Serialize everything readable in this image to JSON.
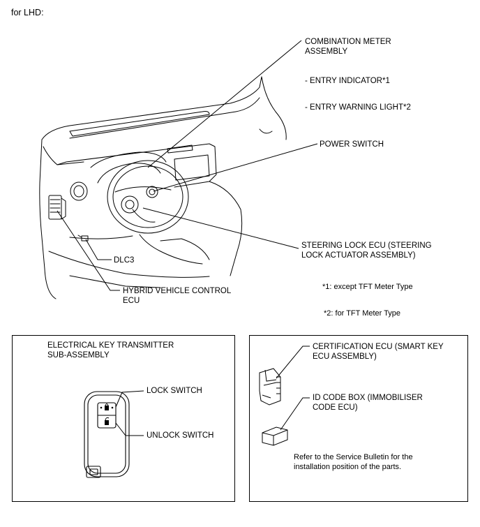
{
  "variant_heading": "for LHD:",
  "callouts": {
    "combination_meter": "COMBINATION METER\nASSEMBLY",
    "entry_indicator": "- ENTRY INDICATOR*1",
    "entry_warning_light": "- ENTRY WARNING LIGHT*2",
    "power_switch": "POWER SWITCH",
    "steering_lock_ecu": "STEERING LOCK ECU (STEERING\nLOCK ACTUATOR ASSEMBLY)",
    "dlc3": "DLC3",
    "hybrid_ecu": "HYBRID VEHICLE CONTROL\nECU"
  },
  "footnotes": {
    "note1": "*1: except TFT Meter Type",
    "note2": "*2: for TFT Meter Type"
  },
  "key_box": {
    "title": "ELECTRICAL KEY TRANSMITTER\nSUB-ASSEMBLY",
    "lock_switch": "LOCK SWITCH",
    "unlock_switch": "UNLOCK SWITCH"
  },
  "ecu_box": {
    "certification_ecu": "CERTIFICATION ECU (SMART KEY\nECU ASSEMBLY)",
    "id_code_box": "ID CODE BOX (IMMOBILISER\nCODE ECU)",
    "note": "Refer to the Service Bulletin for the\ninstallation position of the parts."
  }
}
